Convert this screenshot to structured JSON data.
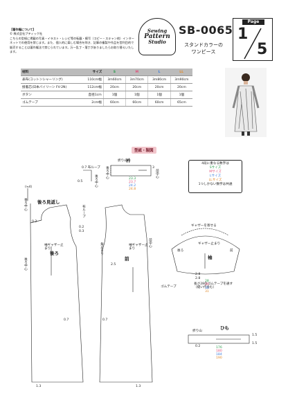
{
  "copyright": {
    "heading": "【著作権について】",
    "company": "© 株式会社ブティック社",
    "body": "こちらの型紙に掲載の写真・イラスト・レシピ等の転載・模写（コピー・スキャン他）インターネットでの使用を禁じます。また、個人的に楽しむ場合を除き、記事の複製や作品を営利目的で販売することは著作権法で禁じられています。万一乱丁・落丁がありましたらお取り替えいたします。"
  },
  "logo": {
    "lines": [
      "Sewing",
      "Pattern",
      "Studio"
    ]
  },
  "pattern_code": "SB-0065",
  "title_lines": [
    "スタンドカラーの",
    "ワンピース"
  ],
  "page": {
    "label": "Page",
    "current": "1",
    "total": "5"
  },
  "materials": {
    "headers": [
      "材料",
      "サイズ",
      "S",
      "M",
      "L",
      "LL"
    ],
    "rows": [
      {
        "name": "表布(コットンシャーリング)",
        "width": "110cm幅",
        "s": "3m60cm",
        "m": "3m70cm",
        "l": "3m80cm",
        "ll": "3m90cm"
      },
      {
        "name": "接着芯(日本バイリーン FV-2N)",
        "width": "112cm幅",
        "s": "20cm",
        "m": "20cm",
        "l": "20cm",
        "ll": "20cm"
      },
      {
        "name": "ボタン",
        "width": "直径1cm",
        "s": "1個",
        "m": "1個",
        "l": "1個",
        "ll": "1個"
      },
      {
        "name": "ゴムテープ",
        "width": "2cm幅",
        "s": "60cm",
        "m": "60cm",
        "l": "60cm",
        "ll": "65cm"
      }
    ]
  },
  "section_title": "型紙・製図",
  "legend": {
    "lines": [
      "4段に重なる数字は",
      "Sサイズ",
      "Mサイズ",
      "Lサイズ",
      "LLサイズ",
      "1つしかない数字は共通"
    ]
  },
  "collar": {
    "name": "衿",
    "fold": "折り山",
    "center_back": "後ろ中心",
    "front_center": "前中心",
    "dims": [
      "23.3",
      "23.7",
      "24.2",
      "24.8"
    ],
    "h": "3"
  },
  "back_facing": {
    "name": "後ろ見返し",
    "center": "後ろ中心",
    "m1": "0.2",
    "m2": "(≒4)"
  },
  "loop": {
    "name": "0.7 布ループ",
    "m": "0.5",
    "cb": "後ろ中心"
  },
  "back": {
    "name": "後ろ",
    "center": "後ろ中心",
    "gather": "袖ギャザー止まり",
    "m1": "0.3",
    "m2": "0.7",
    "m3": "1.3",
    "loop": "布ループ",
    "m4": "0.2"
  },
  "front": {
    "name": "前",
    "center": "前中心",
    "gather": "袖ギャザー止まり",
    "hem": "角止まり",
    "m1": "2.5",
    "m2": "0.7",
    "m3": "1.3",
    "elastic": "ゴムテープ"
  },
  "sleeve": {
    "name": "袖",
    "gather": "ギャザーを寄せる",
    "gather_stop": "ギャザー止まり",
    "back": "後ろ",
    "front": "前",
    "m1": "2.8",
    "m2": "2.8",
    "elastic_note": "長さ28のゴムテープを通す",
    "elastic_note2": "（縫い代含む）",
    "sizes": [
      "28",
      "29",
      "30",
      "31"
    ]
  },
  "tie": {
    "name": "ひも",
    "fold": "折り山",
    "m1": "1.5",
    "m2": "1.5",
    "m3": "0.2",
    "sizes": [
      "176",
      "180",
      "184",
      "190"
    ]
  }
}
